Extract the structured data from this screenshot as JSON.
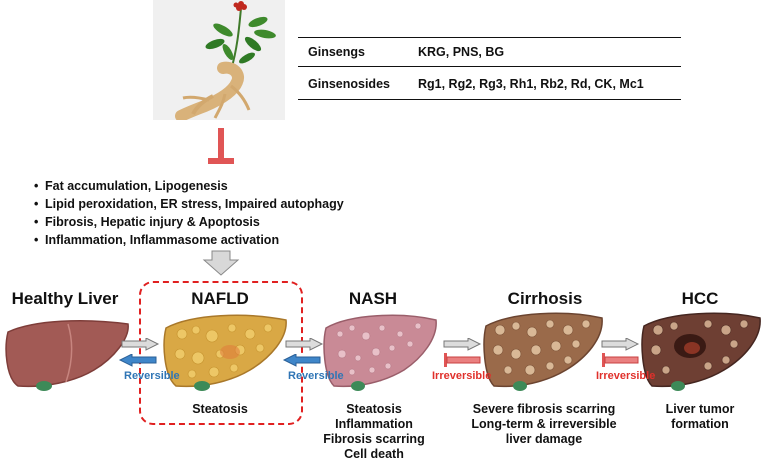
{
  "table": {
    "rows": [
      {
        "label": "Ginsengs",
        "value": "KRG, PNS, BG"
      },
      {
        "label": "Ginsenosides",
        "value": "Rg1, Rg2, Rg3, Rh1, Rb2, Rd, CK, Mc1"
      }
    ]
  },
  "effects": [
    "Fat accumulation, Lipogenesis",
    "Lipid peroxidation, ER stress, Impaired autophagy",
    "Fibrosis, Hepatic injury & Apoptosis",
    "Inflammation, Inflammasome activation"
  ],
  "stages": [
    {
      "title": "Healthy Liver",
      "desc": []
    },
    {
      "title": "NAFLD",
      "desc": [
        "Steatosis"
      ]
    },
    {
      "title": "NASH",
      "desc": [
        "Steatosis",
        "Inflammation",
        "Fibrosis scarring",
        "Cell death"
      ]
    },
    {
      "title": "Cirrhosis",
      "desc": [
        "Severe fibrosis scarring",
        "Long-term & irreversible",
        "liver damage"
      ]
    },
    {
      "title": "HCC",
      "desc": [
        "Liver tumor",
        "formation"
      ]
    }
  ],
  "transitions": [
    {
      "label": "Reversible",
      "color": "#2f75b5"
    },
    {
      "label": "Reversible",
      "color": "#2f75b5"
    },
    {
      "label": "Irreversible",
      "color": "#e0302b"
    },
    {
      "label": "Irreversible",
      "color": "#e0302b"
    }
  ],
  "colors": {
    "healthy": "#a25a55",
    "nafld": "#d9a845",
    "nash": "#c98a96",
    "cirrhosis": "#9a6a4a",
    "hcc": "#6e3f33",
    "inhibit": "#e05555",
    "highlight": "#e02020"
  }
}
